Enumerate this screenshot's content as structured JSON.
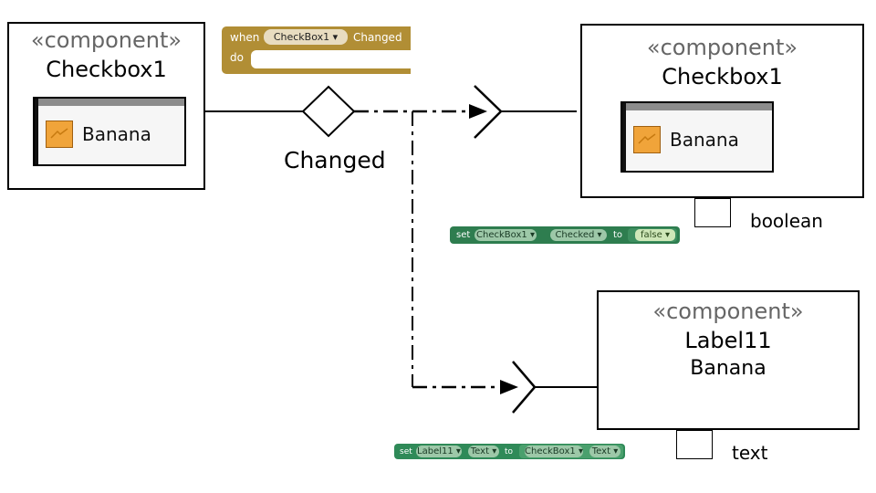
{
  "stereotype": "«component»",
  "checkbox_source": {
    "name": "Checkbox1",
    "widget_label": "Banana"
  },
  "checkbox_target": {
    "name": "Checkbox1",
    "widget_label": "Banana",
    "port_label": "boolean"
  },
  "label_target": {
    "name": "Label11",
    "value": "Banana",
    "port_label": "text"
  },
  "event_label": "Changed",
  "event_block": {
    "when": "when",
    "component": "CheckBox1",
    "event": "Changed",
    "do": "do"
  },
  "set_checked_block": {
    "set": "set",
    "component": "CheckBox1",
    "property": "Checked",
    "to": "to",
    "value": "false"
  },
  "set_text_block": {
    "set": "set",
    "component": "Label11",
    "property": "Text",
    "to": "to",
    "source_component": "CheckBox1",
    "source_property": "Text"
  },
  "colors": {
    "stereotype": "#666666",
    "event_block": "#b18e35",
    "set_block": "#2e7d4f",
    "checkbox": "#f0a43a"
  }
}
